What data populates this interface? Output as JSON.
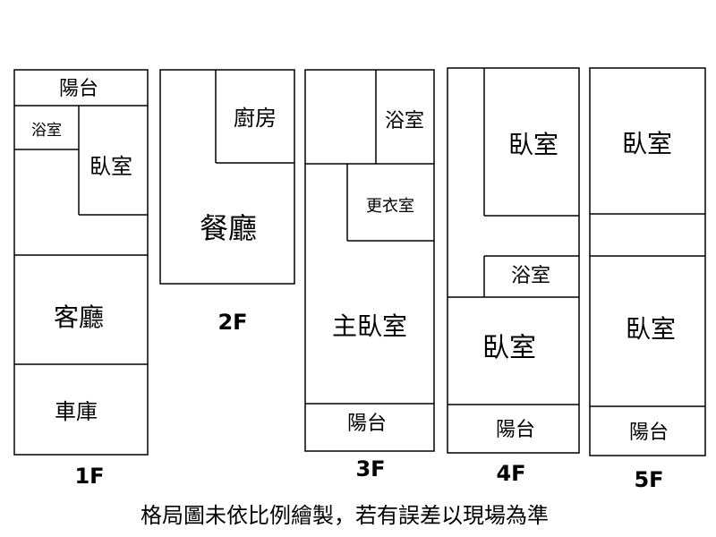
{
  "floors": {
    "f1": {
      "label": "1F",
      "rooms": {
        "balcony": "陽台",
        "bathroom": "浴室",
        "bedroom": "臥室",
        "living": "客廳",
        "garage": "車庫"
      }
    },
    "f2": {
      "label": "2F",
      "rooms": {
        "kitchen": "廚房",
        "dining": "餐廳"
      }
    },
    "f3": {
      "label": "3F",
      "rooms": {
        "bathroom": "浴室",
        "closet": "更衣室",
        "master": "主臥室",
        "balcony": "陽台"
      }
    },
    "f4": {
      "label": "4F",
      "rooms": {
        "bedroom_top": "臥室",
        "bathroom": "浴室",
        "bedroom_bottom": "臥室",
        "balcony": "陽台"
      }
    },
    "f5": {
      "label": "5F",
      "rooms": {
        "bedroom_top": "臥室",
        "bedroom_bottom": "臥室",
        "balcony": "陽台"
      }
    }
  },
  "disclaimer": "格局圖未依比例繪製，若有誤差以現場為準"
}
